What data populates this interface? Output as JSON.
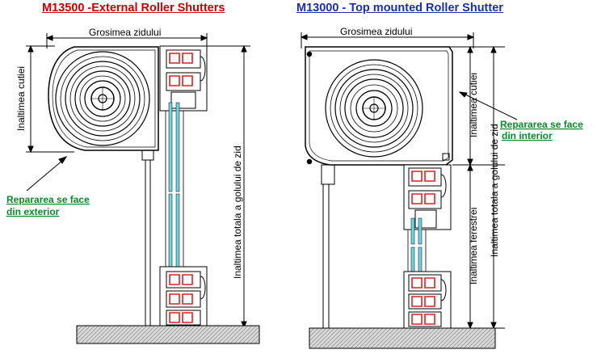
{
  "left": {
    "title": "M13500 -External Roller Shutters",
    "wall_thickness": "Grosimea zidului",
    "box_height": "Inaltimea cutiei",
    "total_height": "Inaltimea totala a golului  de zid",
    "repair_line1": "Repararea se face",
    "repair_line2": "din exterior"
  },
  "right": {
    "title": "M13000 - Top mounted Roller Shutter",
    "wall_thickness": "Grosimea zidului",
    "box_height": "Inaltimea cutiei",
    "window_height": "Inaltimea ferestrei",
    "total_height": "Inaltimea totala a golului  de zid",
    "repair_line1": "Repararea se face",
    "repair_line2": "din interior"
  },
  "colors": {
    "left_title": "#cc0000",
    "right_title": "#1a2fa8",
    "repair_text": "#0a8a2a",
    "glass": "#6fd6e0",
    "profile_red": "#e02020"
  }
}
